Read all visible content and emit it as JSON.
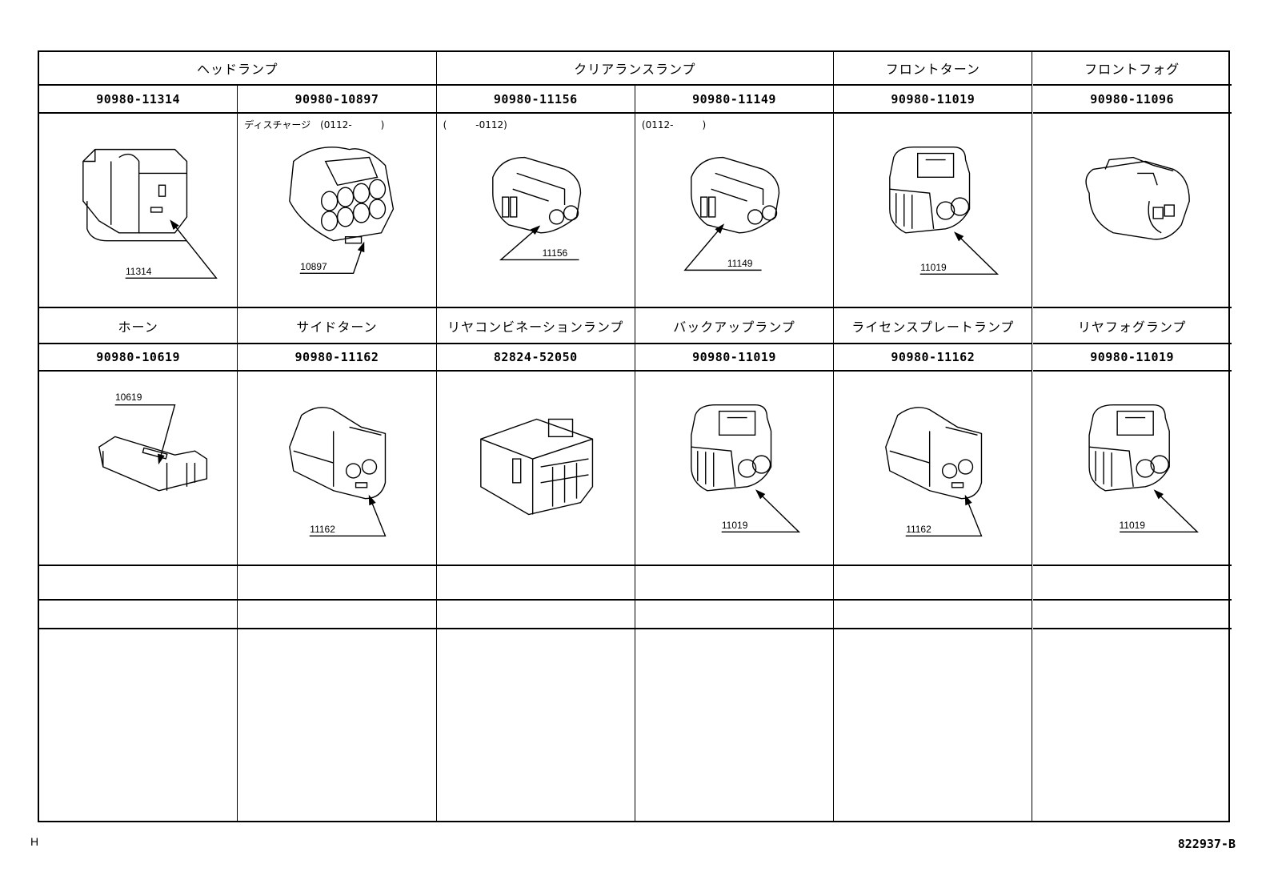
{
  "document": {
    "footer_left": "H",
    "footer_right": "822937-B"
  },
  "row1": {
    "groups": [
      {
        "label": "ヘッドランプ",
        "span": 2
      },
      {
        "label": "クリアランスランプ",
        "span": 2
      },
      {
        "label": "フロントターン",
        "span": 1
      },
      {
        "label": "フロントフォグ",
        "span": 1
      }
    ],
    "parts": [
      {
        "part_number": "90980-11314",
        "note": "",
        "callout": "11314",
        "icon": "headlamp-connector-icon"
      },
      {
        "part_number": "90980-10897",
        "note": "ディスチャージ　(0112-　　　)",
        "callout": "10897",
        "icon": "discharge-connector-icon"
      },
      {
        "part_number": "90980-11156",
        "note": "(　　　-0112)",
        "callout": "11156",
        "icon": "clearance-connector-icon"
      },
      {
        "part_number": "90980-11149",
        "note": "(0112-　　　)",
        "callout": "11149",
        "icon": "clearance-connector-icon"
      },
      {
        "part_number": "90980-11019",
        "note": "",
        "callout": "11019",
        "icon": "two-pin-connector-icon"
      },
      {
        "part_number": "90980-11096",
        "note": "",
        "callout": "",
        "icon": "fog-connector-icon"
      }
    ]
  },
  "row2": {
    "groups": [
      {
        "label": "ホーン",
        "span": 1
      },
      {
        "label": "サイドターン",
        "span": 1
      },
      {
        "label": "リヤコンビネーションランプ",
        "span": 1
      },
      {
        "label": "バックアップランプ",
        "span": 1
      },
      {
        "label": "ライセンスプレートランプ",
        "span": 1
      },
      {
        "label": "リヤフォグランプ",
        "span": 1
      }
    ],
    "parts": [
      {
        "part_number": "90980-10619",
        "note": "",
        "callout": "10619",
        "icon": "horn-connector-icon"
      },
      {
        "part_number": "90980-11162",
        "note": "",
        "callout": "11162",
        "icon": "side-turn-connector-icon"
      },
      {
        "part_number": "82824-52050",
        "note": "",
        "callout": "",
        "icon": "rear-combination-connector-icon"
      },
      {
        "part_number": "90980-11019",
        "note": "",
        "callout": "11019",
        "icon": "two-pin-connector-icon"
      },
      {
        "part_number": "90980-11162",
        "note": "",
        "callout": "11162",
        "icon": "side-turn-connector-icon"
      },
      {
        "part_number": "90980-11019",
        "note": "",
        "callout": "11019",
        "icon": "two-pin-connector-icon"
      }
    ]
  },
  "empty_rows": 3
}
